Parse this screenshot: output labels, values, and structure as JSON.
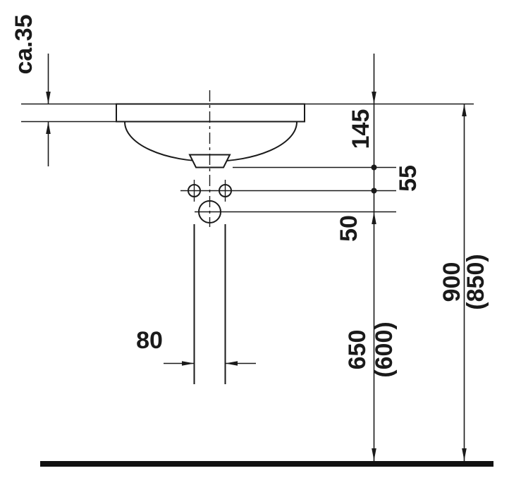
{
  "drawing": {
    "title": "washbasin-installation-dimension-drawing",
    "line_color": "#1a1a1a",
    "background_color": "#ffffff",
    "labels": {
      "counter_thickness": "ca.35",
      "counter_to_drain": "145",
      "drain_to_tapholes": "55",
      "tapholes_to_outlet": "50",
      "pipe_width": "80",
      "outlet_height": "650",
      "outlet_height_alt": "(600)",
      "top_height": "900",
      "top_height_alt": "(850)"
    }
  }
}
